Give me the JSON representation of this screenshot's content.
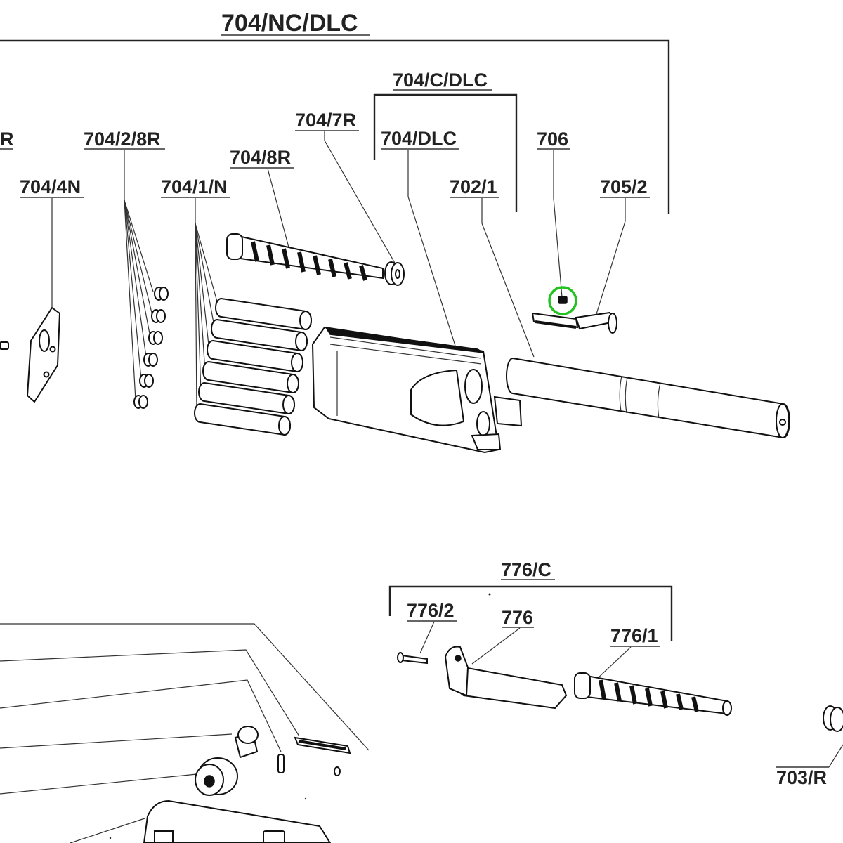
{
  "labels": {
    "assembly_main": "704/NC/DLC",
    "assembly_c": "704/C/DLC",
    "left_edge_r": "R",
    "p_704_2_8r": "704/2/8R",
    "p_704_4n": "704/4N",
    "p_704_1_n": "704/1/N",
    "p_704_8r": "704/8R",
    "p_704_7r": "704/7R",
    "p_704_dlc": "704/DLC",
    "p_702_1": "702/1",
    "p_706": "706",
    "p_705_2": "705/2",
    "assembly_776c": "776/C",
    "p_776_2": "776/2",
    "p_776": "776",
    "p_776_1": "776/1",
    "p_703_r": "703/R"
  },
  "colors": {
    "line": "#222222",
    "highlight_ring": "#22c21f",
    "background": "#ffffff"
  },
  "highlight": {
    "target_part": "706",
    "shape": "circle"
  }
}
